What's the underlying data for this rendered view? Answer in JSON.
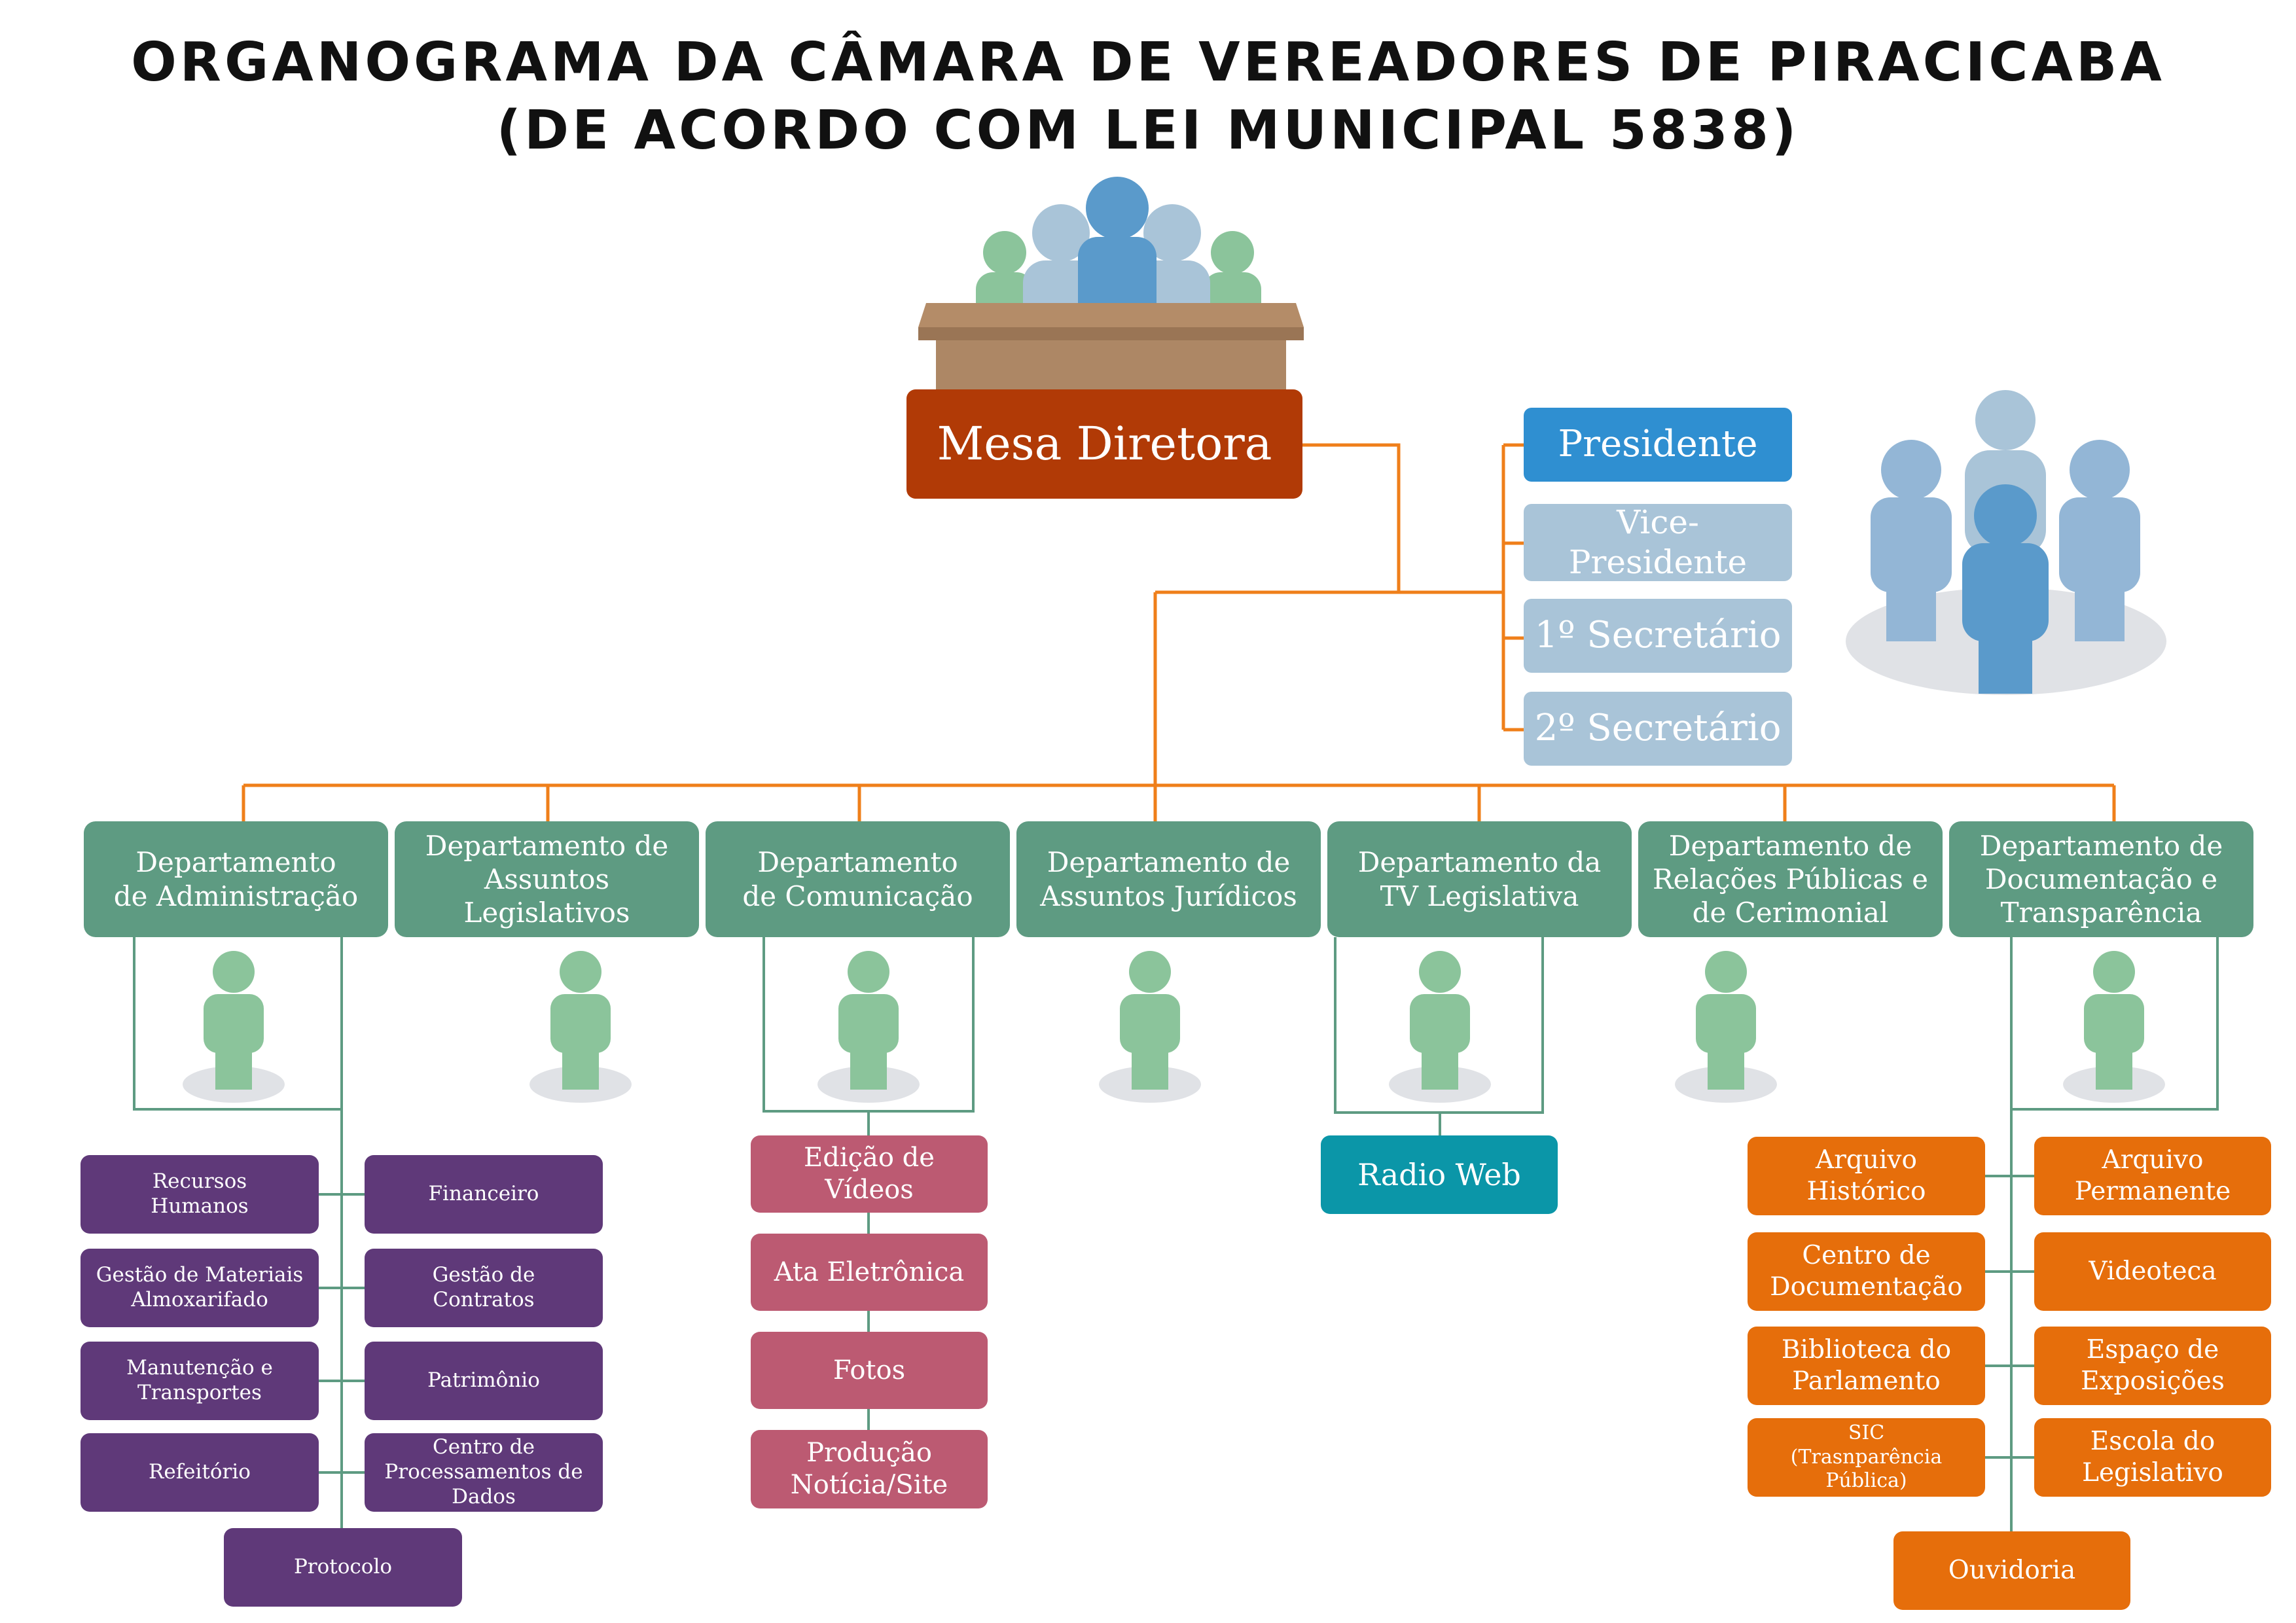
{
  "title": {
    "line1": "ORGANOGRAMA DA CÂMARA DE VEREADORES DE PIRACICABA",
    "line2": "(DE ACORDO COM LEI MUNICIPAL 5838)"
  },
  "colors": {
    "mesa": "#b13a06",
    "presidente": "#2f8fd1",
    "officers": "#a9c4d8",
    "department": "#5e9b82",
    "admin_units": "#5f3979",
    "communication_units": "#bc5a72",
    "tv_units": "#0b96a8",
    "documentation_units": "#e66e0b",
    "connector_orange": "#ef7f1a",
    "connector_green": "#5e9b82"
  },
  "icons": {
    "council_desk": "council-desk-icon",
    "group": "people-group-icon",
    "person": "person-icon"
  },
  "mesa": {
    "label": "Mesa Diretora"
  },
  "officers": [
    {
      "label": "Presidente"
    },
    {
      "label": "Vice-Presidente"
    },
    {
      "label": "1º Secretário"
    },
    {
      "label": "2º Secretário"
    }
  ],
  "departments": [
    {
      "label": "Departamento\nde Administração"
    },
    {
      "label": "Departamento de\nAssuntos Legislativos"
    },
    {
      "label": "Departamento\nde Comunicação"
    },
    {
      "label": "Departamento de\nAssuntos Jurídicos"
    },
    {
      "label": "Departamento da\nTV Legislativa"
    },
    {
      "label": "Departamento de\nRelações Públicas e\nde Cerimonial"
    },
    {
      "label": "Departamento de\nDocumentação e\nTransparência"
    }
  ],
  "admin_units": [
    {
      "label": "Recursos\nHumanos"
    },
    {
      "label": "Financeiro"
    },
    {
      "label": "Gestão de Materiais\nAlmoxarifado"
    },
    {
      "label": "Gestão de\nContratos"
    },
    {
      "label": "Manutenção e\nTransportes"
    },
    {
      "label": "Patrimônio"
    },
    {
      "label": "Refeitório"
    },
    {
      "label": "Centro de\nProcessamentos de\nDados"
    },
    {
      "label": "Protocolo"
    }
  ],
  "communication_units": [
    {
      "label": "Edição de Vídeos"
    },
    {
      "label": "Ata Eletrônica"
    },
    {
      "label": "Fotos"
    },
    {
      "label": "Produção\nNotícia/Site"
    }
  ],
  "tv_units": [
    {
      "label": "Radio Web"
    }
  ],
  "documentation_units": [
    {
      "label": "Arquivo\nHistórico"
    },
    {
      "label": "Arquivo\nPermanente"
    },
    {
      "label": "Centro de\nDocumentação"
    },
    {
      "label": "Videoteca"
    },
    {
      "label": "Biblioteca do\nParlamento"
    },
    {
      "label": "Espaço de\nExposições"
    },
    {
      "label": "SIC\n(Trasnparência\nPública)"
    },
    {
      "label": "Escola do\nLegislativo"
    },
    {
      "label": "Ouvidoria"
    }
  ]
}
